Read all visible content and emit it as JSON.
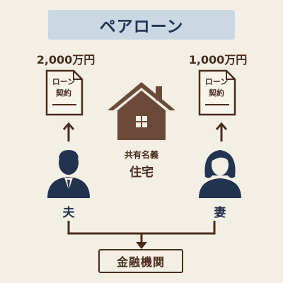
{
  "title": "ペアローン",
  "left": {
    "amount": "2,000万円",
    "doc_line1": "ローン",
    "doc_line2": "契約",
    "person": "夫"
  },
  "right": {
    "amount": "1,000万円",
    "doc_line1": "ローン",
    "doc_line2": "契約",
    "person": "妻"
  },
  "house": {
    "caption_line1": "共有名義",
    "caption_line2": "住宅"
  },
  "bank": "金融機関",
  "colors": {
    "background": "#f4efe5",
    "title_band": "#c9d8e3",
    "navy": "#21334f",
    "brown": "#4a2c1e"
  }
}
